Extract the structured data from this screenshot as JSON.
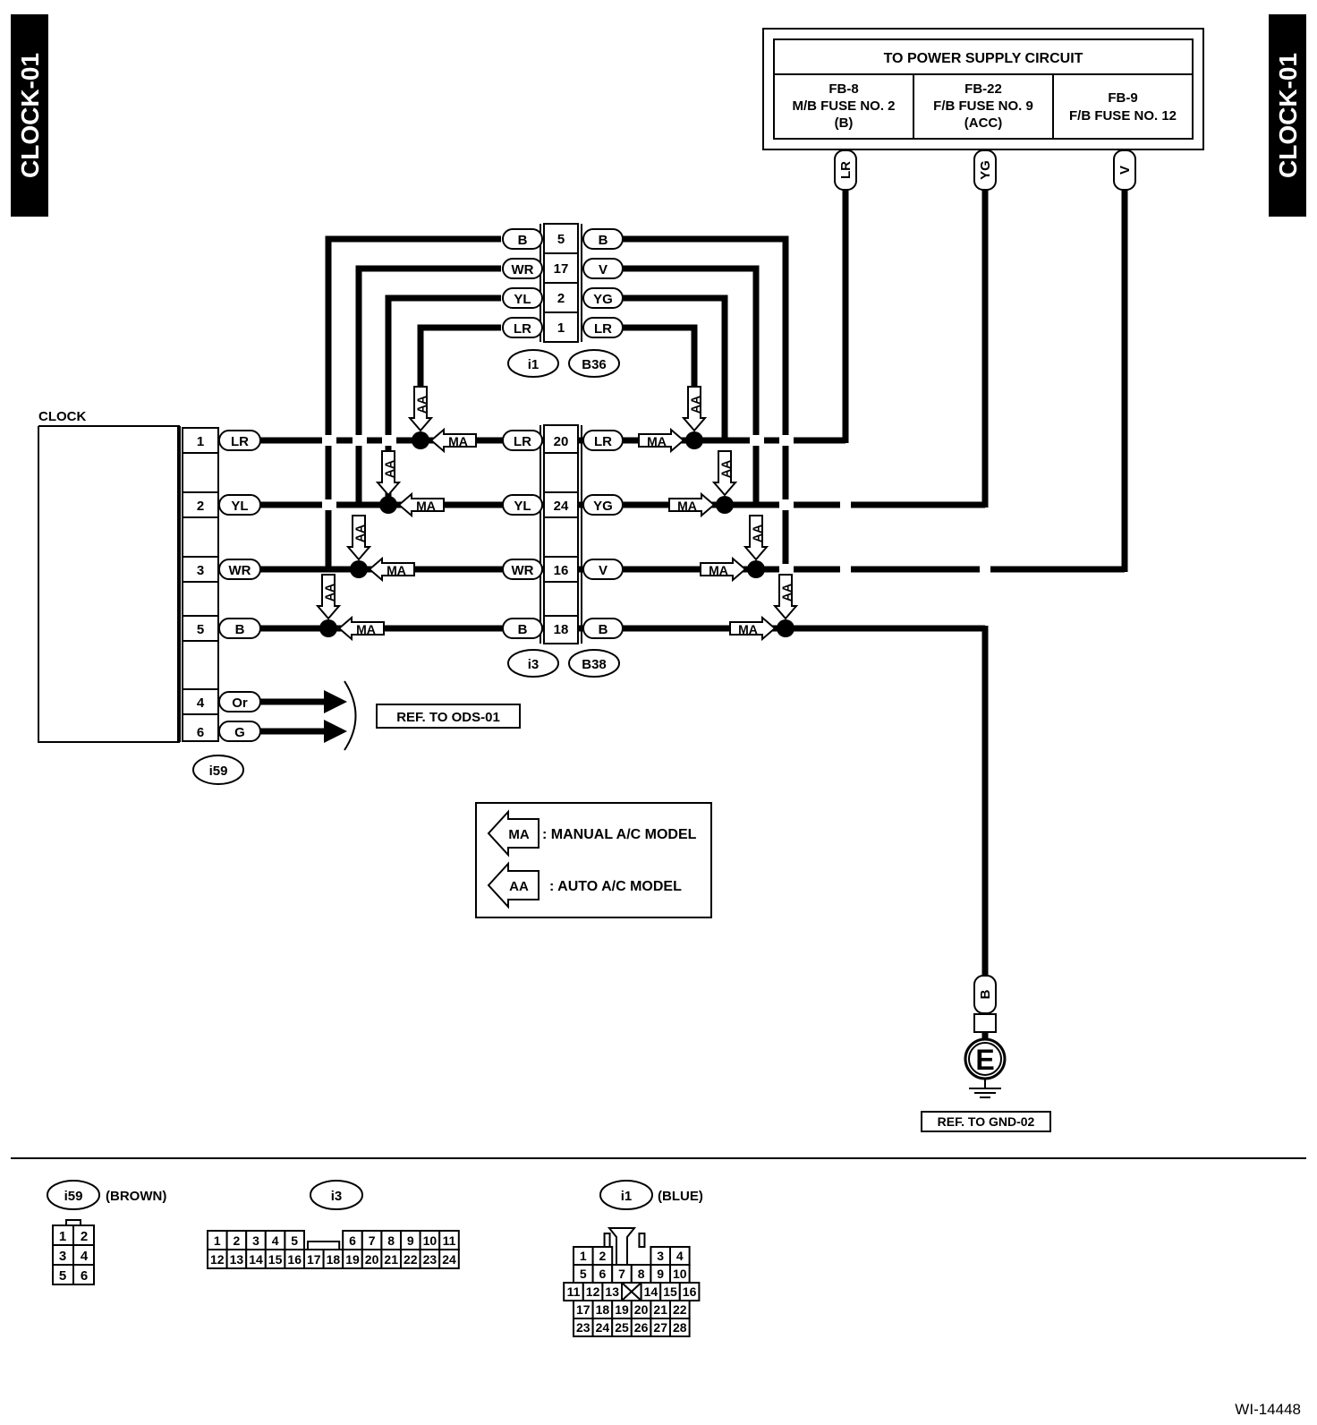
{
  "tags": {
    "left": "CLOCK-01",
    "right": "CLOCK-01"
  },
  "power_supply": {
    "title": "TO POWER SUPPLY CIRCUIT",
    "fuses": [
      {
        "id": "FB-8",
        "line1": "M/B FUSE NO. 2",
        "line2": "(B)"
      },
      {
        "id": "FB-22",
        "line1": "F/B FUSE NO. 9",
        "line2": "(ACC)"
      },
      {
        "id": "FB-9",
        "line1": "F/B FUSE NO. 12",
        "line2": ""
      }
    ],
    "wires": [
      "LR",
      "YG",
      "V"
    ]
  },
  "clock": {
    "label": "CLOCK",
    "connector": "i59",
    "pins": [
      {
        "pin": "1",
        "color": "LR"
      },
      {
        "pin": "2",
        "color": "YL"
      },
      {
        "pin": "3",
        "color": "WR"
      },
      {
        "pin": "5",
        "color": "B"
      },
      {
        "pin": "4",
        "color": "Or"
      },
      {
        "pin": "6",
        "color": "G"
      }
    ]
  },
  "upper_junction": {
    "connectors": [
      "i1",
      "B36"
    ],
    "rows": [
      {
        "left": "B",
        "pin": "5",
        "right": "B"
      },
      {
        "left": "WR",
        "pin": "17",
        "right": "V"
      },
      {
        "left": "YL",
        "pin": "2",
        "right": "YG"
      },
      {
        "left": "LR",
        "pin": "1",
        "right": "LR"
      }
    ]
  },
  "lower_junction": {
    "connectors": [
      "i3",
      "B38"
    ],
    "rows": [
      {
        "left": "LR",
        "pin": "20",
        "right": "LR"
      },
      {
        "left": "YL",
        "pin": "24",
        "right": "YG"
      },
      {
        "left": "WR",
        "pin": "16",
        "right": "V"
      },
      {
        "left": "B",
        "pin": "18",
        "right": "B"
      }
    ]
  },
  "marks": {
    "manual": "MA",
    "auto": "AA"
  },
  "refs": {
    "ods": "REF. TO ODS-01",
    "gnd": "REF. TO GND-02"
  },
  "ground": {
    "wire": "B",
    "symbol": "E"
  },
  "legend": [
    {
      "mark": "MA",
      "text": ": MANUAL A/C MODEL"
    },
    {
      "mark": "AA",
      "text": ": AUTO A/C MODEL"
    }
  ],
  "connector_views": {
    "i59": {
      "name": "i59",
      "note": "(BROWN)",
      "rows": [
        [
          "1",
          "2"
        ],
        [
          "3",
          "4"
        ],
        [
          "5",
          "6"
        ]
      ]
    },
    "i3": {
      "name": "i3",
      "top": [
        "1",
        "2",
        "3",
        "4",
        "5",
        "6",
        "7",
        "8",
        "9",
        "10",
        "11"
      ],
      "bottom": [
        "12",
        "13",
        "14",
        "15",
        "16",
        "17",
        "18",
        "19",
        "20",
        "21",
        "22",
        "23",
        "24"
      ]
    },
    "i1": {
      "name": "i1",
      "note": "(BLUE)",
      "rows": [
        [
          "1",
          "2",
          "3",
          "4"
        ],
        [
          "5",
          "6",
          "7",
          "8",
          "9",
          "10"
        ],
        [
          "11",
          "12",
          "13",
          "14",
          "15",
          "16"
        ],
        [
          "17",
          "18",
          "19",
          "20",
          "21",
          "22"
        ],
        [
          "23",
          "24",
          "25",
          "26",
          "27",
          "28"
        ]
      ]
    }
  },
  "figure_id": "WI-14448"
}
